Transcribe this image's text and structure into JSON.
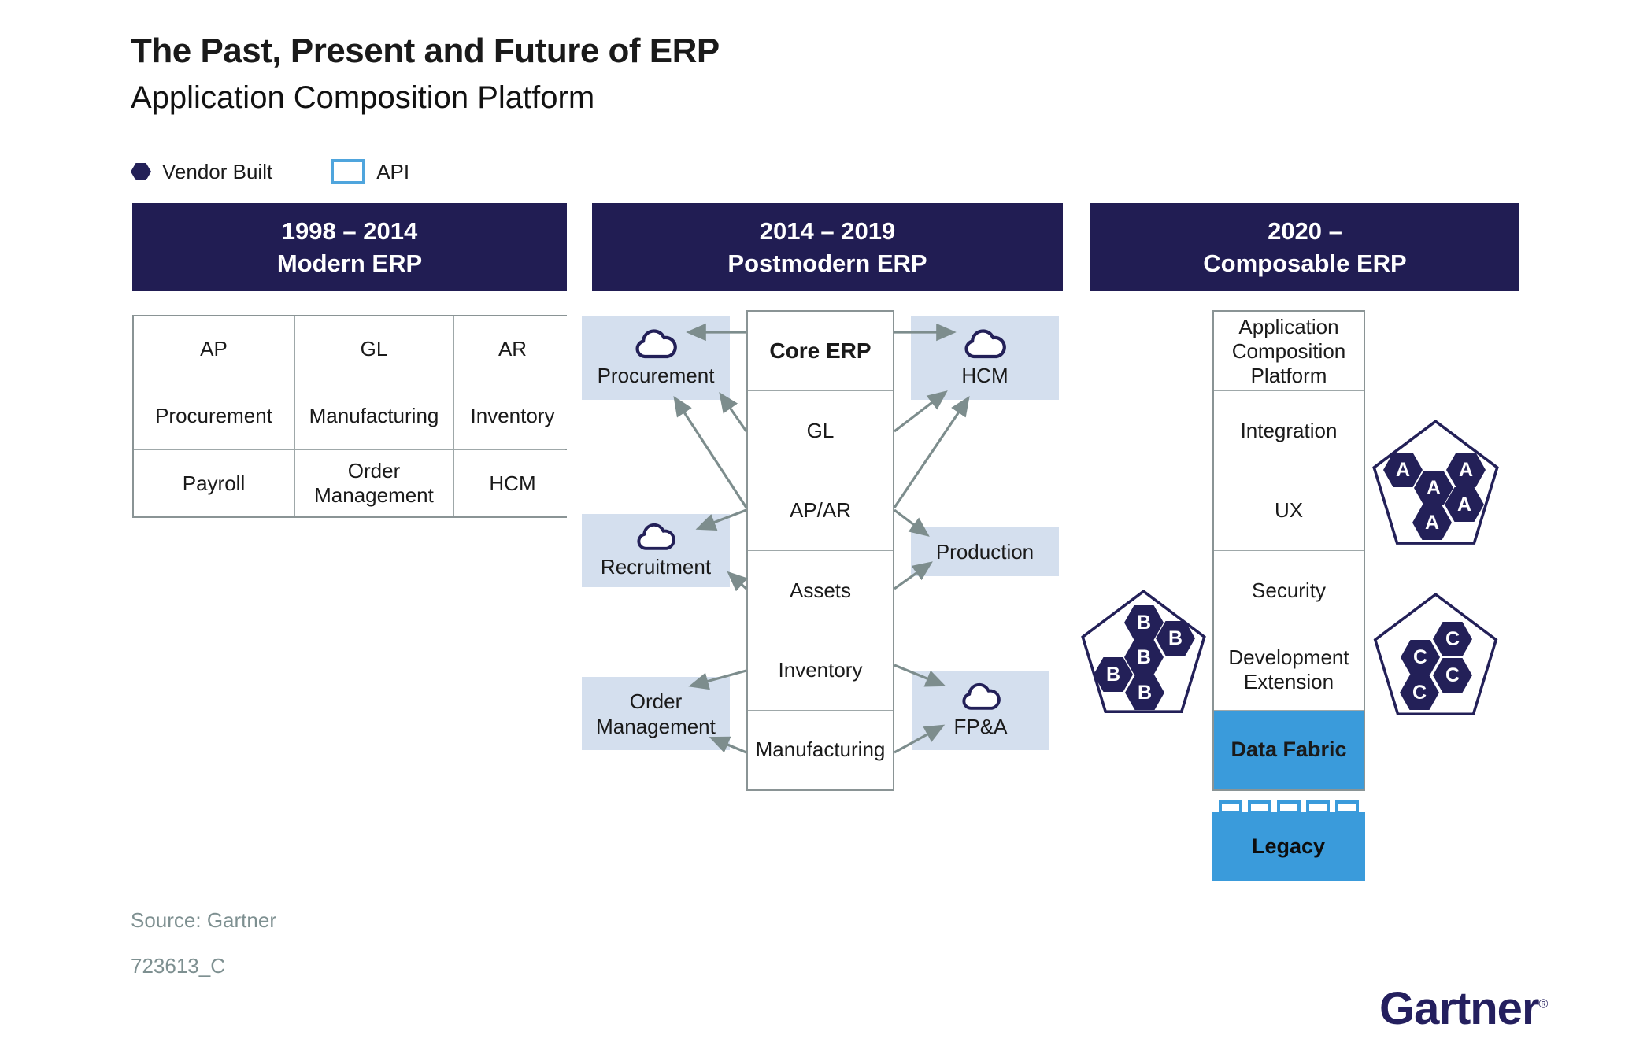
{
  "title": "The Past, Present and Future of ERP",
  "subtitle": "Application Composition Platform",
  "legend": {
    "vendor_built": "Vendor Built",
    "api": "API"
  },
  "eras": [
    {
      "period": "1998 – 2014",
      "name": "Modern ERP"
    },
    {
      "period": "2014 – 2019",
      "name": "Postmodern ERP"
    },
    {
      "period": "2020 –",
      "name": "Composable ERP"
    }
  ],
  "modern_table": {
    "rows": [
      [
        "AP",
        "GL",
        "AR"
      ],
      [
        "Procurement",
        "Manufacturing",
        "Inventory"
      ],
      [
        "Payroll",
        "Order Management",
        "HCM"
      ]
    ]
  },
  "postmodern": {
    "core_column": [
      "Core ERP",
      "GL",
      "AP/AR",
      "Assets",
      "Inventory",
      "Manufacturing"
    ],
    "satellites": [
      {
        "label": "Procurement",
        "cloud": true,
        "side": "left"
      },
      {
        "label": "HCM",
        "cloud": true,
        "side": "right"
      },
      {
        "label": "Recruitment",
        "cloud": true,
        "side": "left"
      },
      {
        "label": "Production",
        "cloud": false,
        "side": "right"
      },
      {
        "label": "Order Management",
        "cloud": false,
        "side": "left"
      },
      {
        "label": "FP&A",
        "cloud": true,
        "side": "right"
      }
    ],
    "connections": [
      {
        "from": "Core ERP",
        "to": "Procurement"
      },
      {
        "from": "Core ERP",
        "to": "HCM"
      },
      {
        "from": "GL",
        "to": "Procurement"
      },
      {
        "from": "AP/AR",
        "to": "Procurement"
      },
      {
        "from": "AP/AR",
        "to": "Recruitment"
      },
      {
        "from": "Assets",
        "to": "Recruitment"
      },
      {
        "from": "GL",
        "to": "HCM"
      },
      {
        "from": "AP/AR",
        "to": "HCM"
      },
      {
        "from": "AP/AR",
        "to": "Production"
      },
      {
        "from": "Assets",
        "to": "Production"
      },
      {
        "from": "Inventory",
        "to": "Order Management"
      },
      {
        "from": "Manufacturing",
        "to": "Order Management"
      },
      {
        "from": "Inventory",
        "to": "FP&A"
      },
      {
        "from": "Manufacturing",
        "to": "FP&A"
      }
    ]
  },
  "composable": {
    "stack": [
      "Application Composition Platform",
      "Integration",
      "UX",
      "Security",
      "Development Extension",
      "Data Fabric"
    ],
    "legacy_label": "Legacy",
    "pentagons": [
      {
        "letter": "A",
        "count": 5
      },
      {
        "letter": "B",
        "count": 5
      },
      {
        "letter": "C",
        "count": 4
      }
    ]
  },
  "source_line1": "Source: Gartner",
  "source_line2": "723613_C",
  "brand": "Gartner",
  "brand_mark": "®",
  "colors": {
    "header_navy": "#211d53",
    "shape_navy": "#232058",
    "module_blue": "#d4dfee",
    "accent_blue": "#3a9bdb",
    "arrow_gray": "#7d8d8d",
    "source_gray": "#7e9091"
  }
}
